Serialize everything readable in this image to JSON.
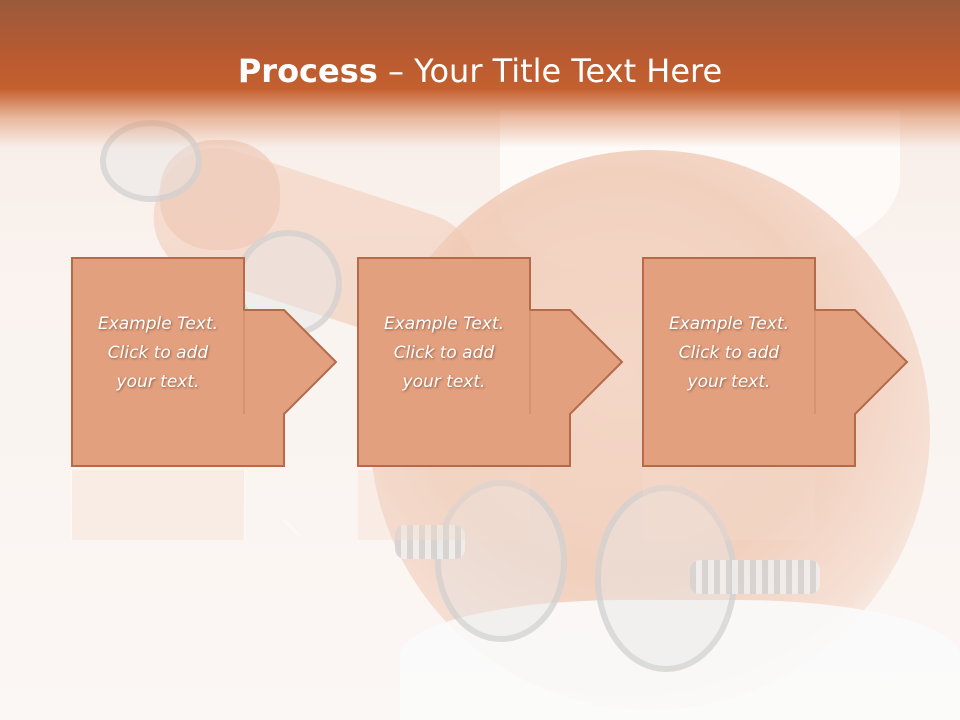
{
  "slide": {
    "title_bold": "Process",
    "title_rest": " – Your Title Text Here"
  },
  "steps": [
    {
      "lines": [
        "Example Text.",
        "Click  to add",
        "your text."
      ]
    },
    {
      "lines": [
        "Example Text.",
        "Click  to add",
        "your text."
      ]
    },
    {
      "lines": [
        "Example Text.",
        "Click  to add",
        "your text."
      ]
    }
  ],
  "colors": {
    "banner": "#c4602f",
    "box_fill": "#e2a07f",
    "box_stroke": "#b56a4a",
    "text": "#ffffff"
  },
  "icons": [
    "arrow-right-icon"
  ]
}
